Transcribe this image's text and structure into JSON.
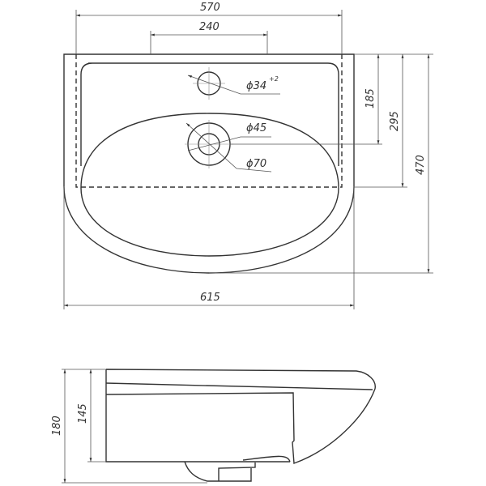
{
  "top_view": {
    "dims": {
      "overall_width_top": "570",
      "tap_span": "240",
      "overall_width": "615",
      "depth_to_drain": "185",
      "depth_to_dashed": "295",
      "overall_depth": "470"
    },
    "tap_hole": {
      "label": "ϕ34",
      "tolerance": "+2"
    },
    "drain_inner": {
      "label": "ϕ45"
    },
    "drain_outer": {
      "label": "ϕ70"
    }
  },
  "side_view": {
    "dims": {
      "overall_height": "180",
      "bowl_height": "145"
    }
  }
}
